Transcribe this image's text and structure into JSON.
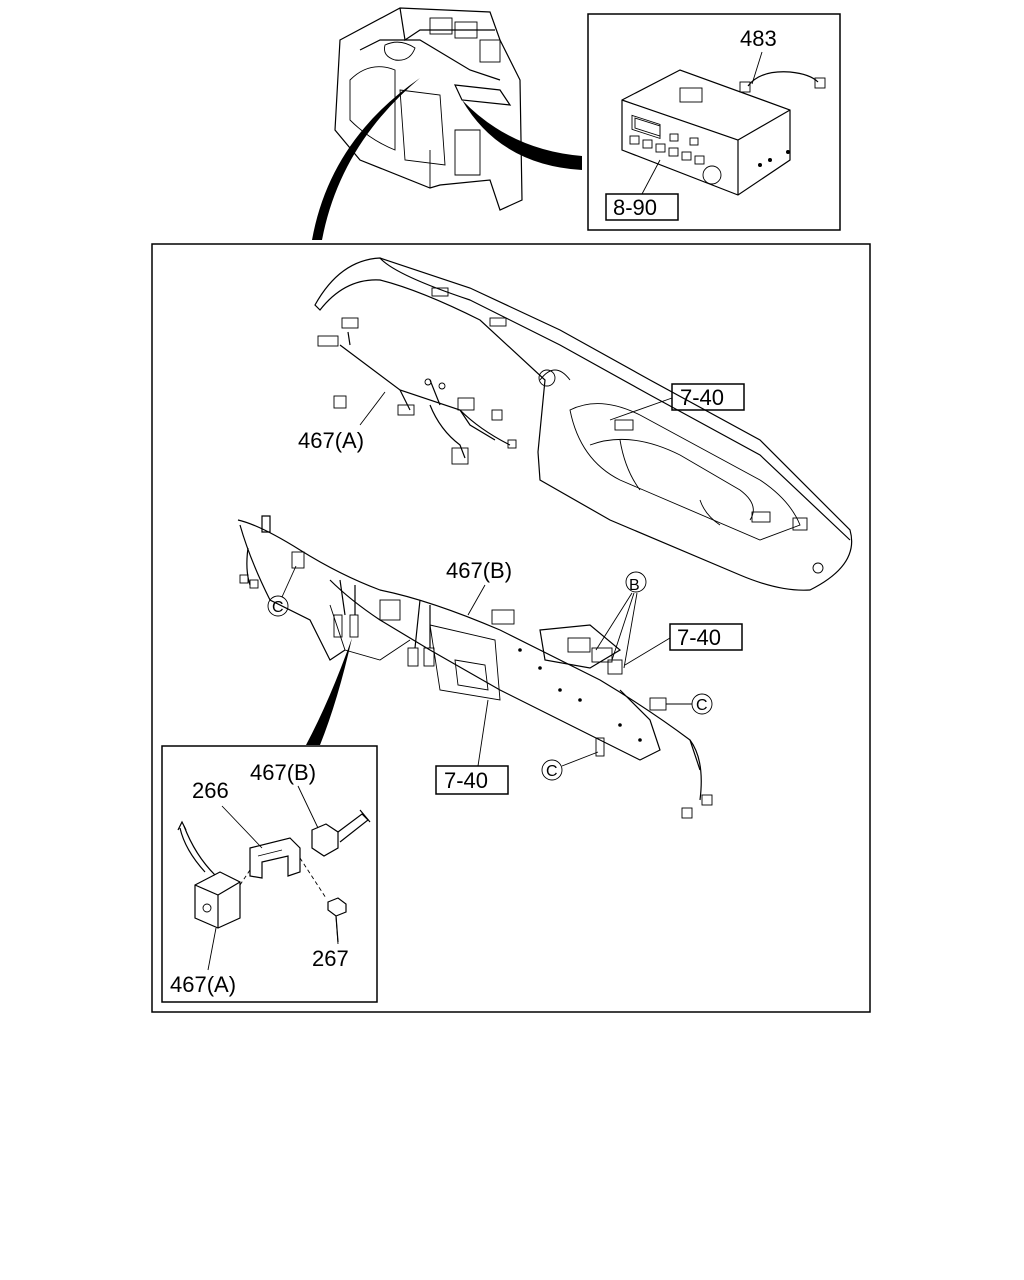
{
  "labels": {
    "radio_part": "483",
    "radio_ref": "8-90",
    "dash_ref": "7-40",
    "harness_a": "467(A)",
    "harness_b": "467(B)",
    "ref_right": "7-40",
    "ref_bottom": "7-40",
    "clip_266": "266",
    "screw_267": "267",
    "detail_b": "467(B)",
    "detail_a": "467(A)",
    "circle_b": "B",
    "circle_c1": "C",
    "circle_c2": "C",
    "circle_c3": "C"
  }
}
